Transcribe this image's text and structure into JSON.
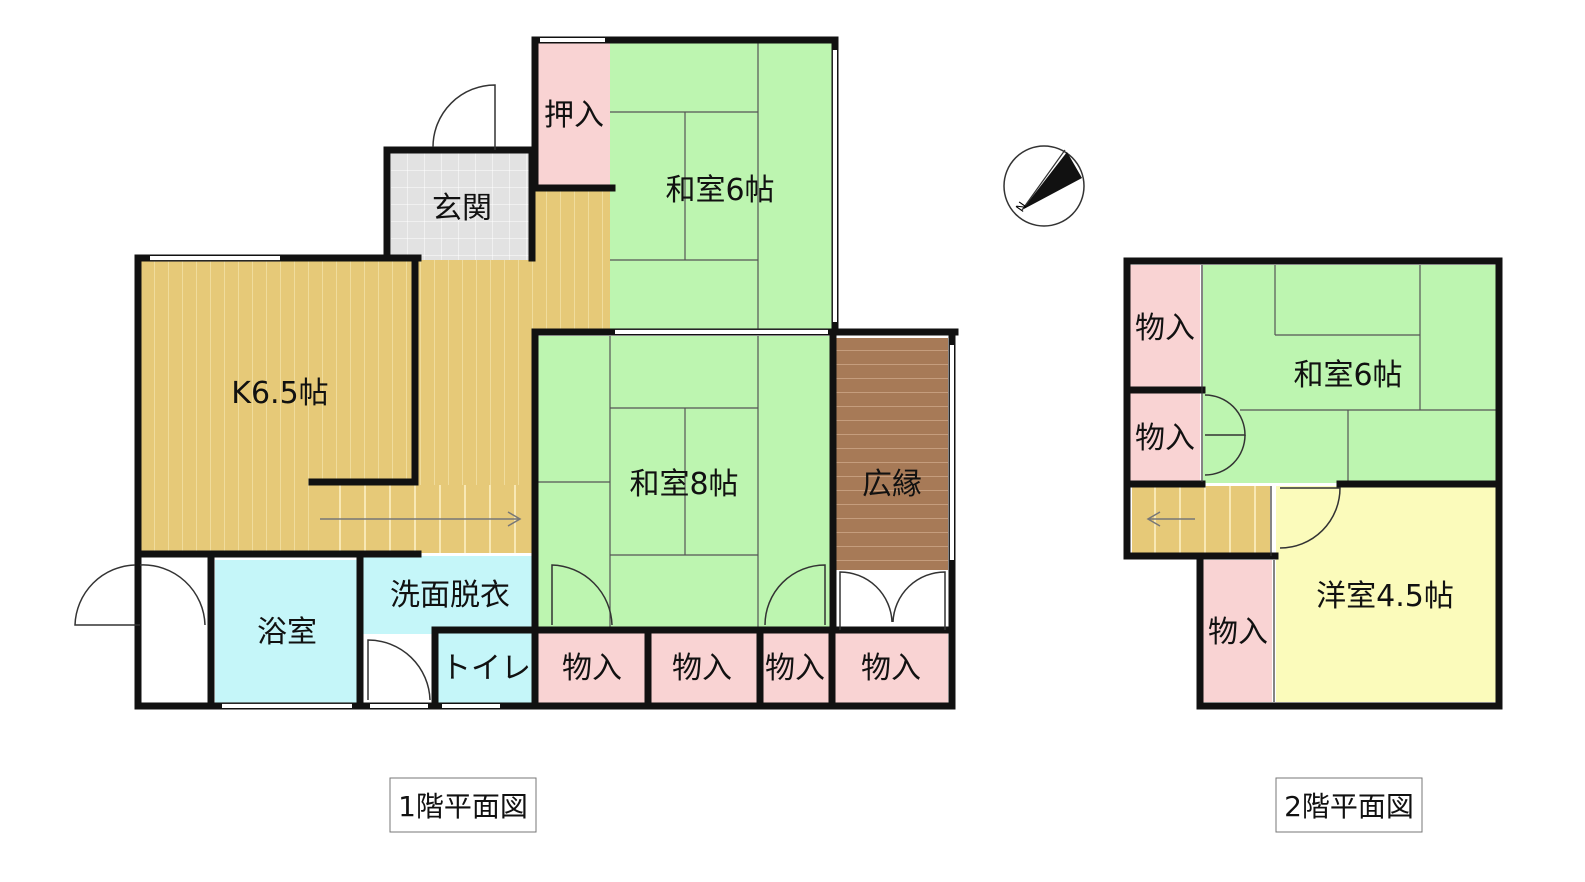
{
  "floor1": {
    "title": "1階平面図",
    "rooms": {
      "washitsu6": "和室6帖",
      "oshiire": "押入",
      "genkan": "玄関",
      "kitchen": "K6.5帖",
      "washitsu8": "和室8帖",
      "hiroen": "広縁",
      "yokushitsu": "浴室",
      "senmen": "洗面脱衣",
      "toilet": "トイレ",
      "monoire": "物入"
    }
  },
  "floor2": {
    "title": "2階平面図",
    "rooms": {
      "washitsu6": "和室6帖",
      "yoshitsu": "洋室4.5帖",
      "monoire": "物入"
    }
  },
  "compass": {
    "label": "N",
    "icon": "north-arrow-icon"
  },
  "colors": {
    "tatami": "#bdf5b0",
    "wood": "#e6c978",
    "closet": "#f9d3d3",
    "entrance": "#e2e2e2",
    "bath": "#c5f6f9",
    "veranda": "#a77a57",
    "western": "#fbfbbb",
    "wall": "#111111"
  }
}
